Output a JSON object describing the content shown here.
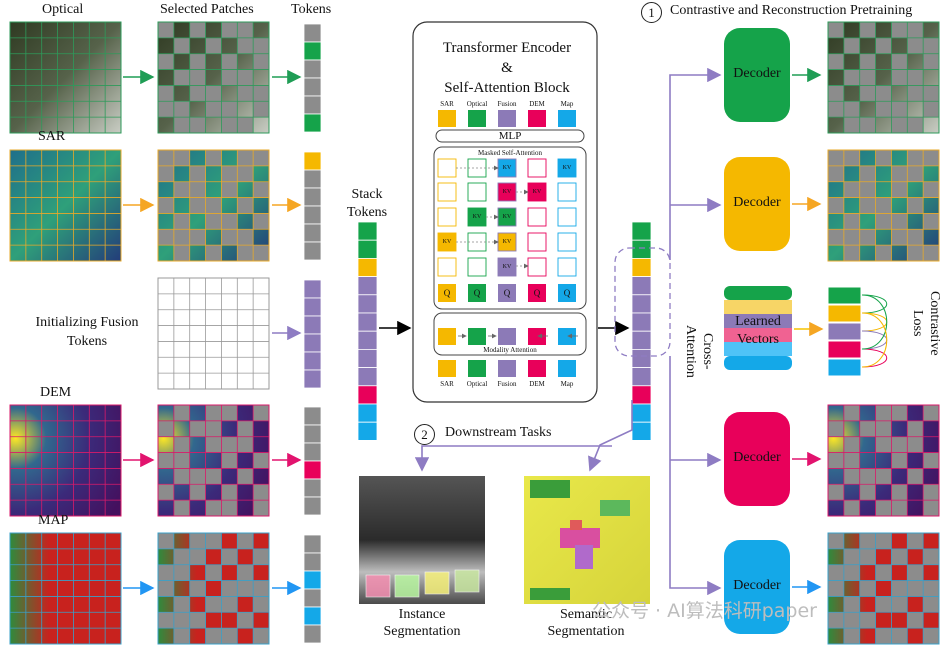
{
  "colors": {
    "optical": "#15a34a",
    "sar": "#f5b800",
    "fusion": "#8c7ab7",
    "dem": "#e8005a",
    "map": "#14a8e8",
    "mask": "#8c8c8c",
    "arrow_optical": "#1f9d55",
    "arrow_sar": "#f5a623",
    "arrow_fusion": "#8e7cc3",
    "arrow_dem": "#e2136e",
    "arrow_map": "#2196f3",
    "arrow_cross": "#8e7cc3"
  },
  "icons": [
    "circled-number-1",
    "circled-number-2",
    "cross-attention-dashed-box"
  ],
  "headers": {
    "optical": "Optical",
    "selected_patches": "Selected Patches",
    "tokens": "Tokens",
    "sar": "SAR",
    "init_fusion": "Initializing Fusion\nTokens",
    "dem": "DEM",
    "map": "MAP",
    "stack_tokens": "Stack\nTokens",
    "pretrain_num": "1",
    "pretrain": "Contrastive and Reconstruction Pretraining",
    "downstream_num": "2",
    "downstream": "Downstream Tasks",
    "instance": "Instance\nSegmentation",
    "semantic": "Semantic\nSegmentation",
    "cross_attention": "Cross-\nAttention",
    "learned_vectors": "Learned\nVectors",
    "contrastive_loss": "Contrastive\nLoss",
    "watermark": "公众号 · AI算法科研paper"
  },
  "encoder": {
    "title": "Transformer Encoder\n&\nSelf-Attention Block",
    "mlp": "MLP",
    "masked_self_attention": "Masked Self-Attention",
    "modality_attention": "Modality Attention",
    "modalities": [
      "SAR",
      "Optical",
      "Fusion",
      "DEM",
      "Map"
    ],
    "kv": "KV",
    "q": "Q"
  },
  "decoders": [
    "Decoder",
    "Decoder",
    "Decoder",
    "Decoder"
  ]
}
